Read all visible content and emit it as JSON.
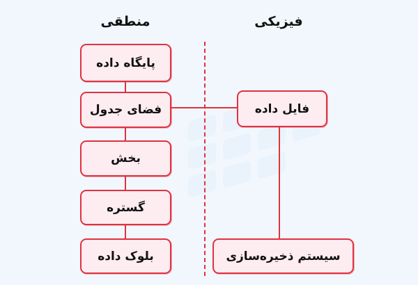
{
  "headings": {
    "logical": "منطقی",
    "physical": "فیزیکی"
  },
  "logical_column": {
    "items": [
      {
        "label": "پایگاه داده"
      },
      {
        "label": "فضای جدول"
      },
      {
        "label": "بخش"
      },
      {
        "label": "گستره"
      },
      {
        "label": "بلوک داده"
      }
    ]
  },
  "physical_column": {
    "items": [
      {
        "label": "فایل داده"
      },
      {
        "label": "سیستم ذخیره‌سازی"
      }
    ]
  },
  "colors": {
    "background": "#f1f7fd",
    "box_fill": "#fdecf0",
    "box_border": "#e0323f",
    "connector": "#e0323f",
    "text": "#111111"
  }
}
